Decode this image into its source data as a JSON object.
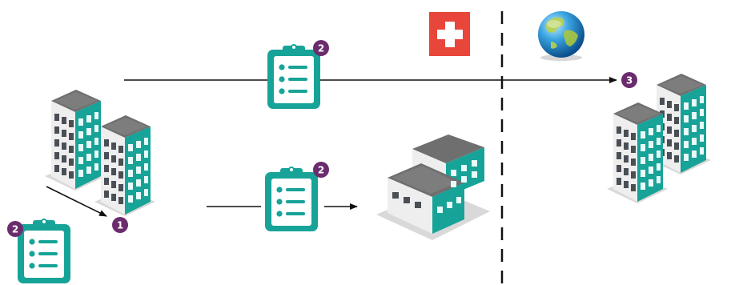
{
  "colors": {
    "teal": "#17a398",
    "teal_dark": "#0f7d74",
    "badge": "#6b2c6e",
    "arrow": "#111111",
    "swiss_red": "#e8463a",
    "building_roof": "#6f6f6f",
    "building_wall": "#e6e6e6",
    "window": "#4a4f56",
    "divider": "#111111"
  },
  "icons": {
    "swiss_flag": "swiss-flag-icon",
    "globe": "globe-icon",
    "clipboard": "clipboard-checklist-icon",
    "office": "office-buildings-icon",
    "factory": "factory-building-icon"
  },
  "badges": {
    "step1": "1",
    "step2": "2",
    "step3": "3"
  }
}
